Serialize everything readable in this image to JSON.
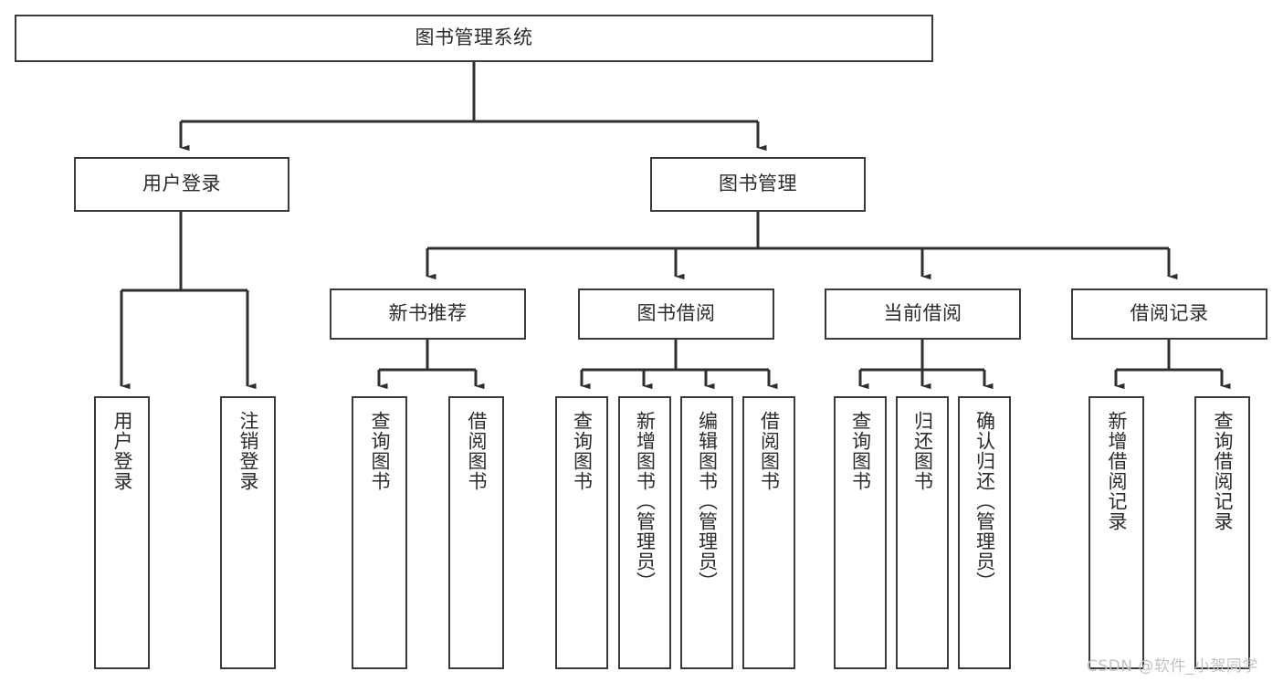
{
  "diagram": {
    "type": "tree",
    "title": "图书管理系统",
    "orientation": "top-down",
    "colors": {
      "box_border": "#3a3a3a",
      "box_fill": "#ffffff",
      "edge": "#2f2f2f",
      "text": "#2b2b2b",
      "background": "#ffffff",
      "watermark": "#c2c2c2"
    },
    "levels": {
      "root": "图书管理系统",
      "level1": [
        "用户登录",
        "图书管理"
      ],
      "level2": [
        "新书推荐",
        "图书借阅",
        "当前借阅",
        "借阅记录"
      ]
    },
    "nodes": {
      "root": {
        "label": "图书管理系统"
      },
      "user_login": {
        "label": "用户登录"
      },
      "book_manage": {
        "label": "图书管理"
      },
      "new_book_rec": {
        "label": "新书推荐"
      },
      "book_borrow": {
        "label": "图书借阅"
      },
      "current_borrow": {
        "label": "当前借阅"
      },
      "borrow_record": {
        "label": "借阅记录"
      },
      "leaf_user_login": {
        "label": "用户登录"
      },
      "leaf_logout": {
        "label": "注销登录"
      },
      "leaf_query_book_1": {
        "label": "查询图书"
      },
      "leaf_borrow_book_1": {
        "label": "借阅图书"
      },
      "leaf_query_book_2": {
        "label": "查询图书"
      },
      "leaf_add_book": {
        "label": "新增图书（管理员）"
      },
      "leaf_edit_book": {
        "label": "编辑图书（管理员）"
      },
      "leaf_borrow_book_2": {
        "label": "借阅图书"
      },
      "leaf_query_book_3": {
        "label": "查询图书"
      },
      "leaf_return_book": {
        "label": "归还图书"
      },
      "leaf_confirm_return": {
        "label": "确认归还（管理员）"
      },
      "leaf_add_record": {
        "label": "新增借阅记录"
      },
      "leaf_query_record": {
        "label": "查询借阅记录"
      }
    },
    "edges": [
      {
        "from": "root",
        "to": "user_login"
      },
      {
        "from": "root",
        "to": "book_manage"
      },
      {
        "from": "user_login",
        "to": "leaf_user_login"
      },
      {
        "from": "user_login",
        "to": "leaf_logout"
      },
      {
        "from": "book_manage",
        "to": "new_book_rec"
      },
      {
        "from": "book_manage",
        "to": "book_borrow"
      },
      {
        "from": "book_manage",
        "to": "current_borrow"
      },
      {
        "from": "book_manage",
        "to": "borrow_record"
      },
      {
        "from": "new_book_rec",
        "to": "leaf_query_book_1"
      },
      {
        "from": "new_book_rec",
        "to": "leaf_borrow_book_1"
      },
      {
        "from": "book_borrow",
        "to": "leaf_query_book_2"
      },
      {
        "from": "book_borrow",
        "to": "leaf_add_book"
      },
      {
        "from": "book_borrow",
        "to": "leaf_edit_book"
      },
      {
        "from": "book_borrow",
        "to": "leaf_borrow_book_2"
      },
      {
        "from": "current_borrow",
        "to": "leaf_query_book_3"
      },
      {
        "from": "current_borrow",
        "to": "leaf_return_book"
      },
      {
        "from": "current_borrow",
        "to": "leaf_confirm_return"
      },
      {
        "from": "borrow_record",
        "to": "leaf_add_record"
      },
      {
        "from": "borrow_record",
        "to": "leaf_query_record"
      }
    ]
  },
  "watermark": {
    "text": "CSDN @软件_小贺同学"
  }
}
